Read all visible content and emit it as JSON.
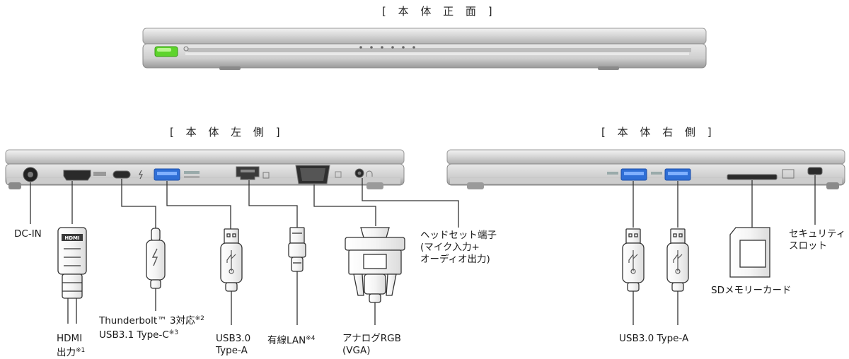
{
  "headings": {
    "front": "[ 本 体 正 面 ]",
    "left": "[ 本 体 左 側 ]",
    "right": "[ 本 体 右 側 ]"
  },
  "port_labels": {
    "dc_in": "DC-IN",
    "hdmi_line1": "HDMI",
    "hdmi_line2": "出力",
    "hdmi_note": "※1",
    "thunderbolt_line1": "Thunderbolt™ 3対応",
    "thunderbolt_note1": "※2",
    "thunderbolt_line2": "USB3.1 Type-C",
    "thunderbolt_note2": "※3",
    "usb_left_line1": "USB3.0",
    "usb_left_line2": "Type-A",
    "lan": "有線LAN",
    "lan_note": "※4",
    "vga_line1": "アナログRGB",
    "vga_line2": "(VGA)",
    "headset_line1": "ヘッドセット端子",
    "headset_line2": "(マイク入力+",
    "headset_line3": "オーディオ出力)",
    "security_line1": "セキュリティ",
    "security_line2": "スロット",
    "sd": "SDメモリーカード",
    "usb_right": "USB3.0 Type-A"
  },
  "colors": {
    "chassis_light": "#e4e4e4",
    "chassis_mid": "#c8c8c8",
    "chassis_dark": "#8a8a8a",
    "power_led": "#6fe03a",
    "usb_blue": "#2f6fd6",
    "line": "#333333"
  }
}
